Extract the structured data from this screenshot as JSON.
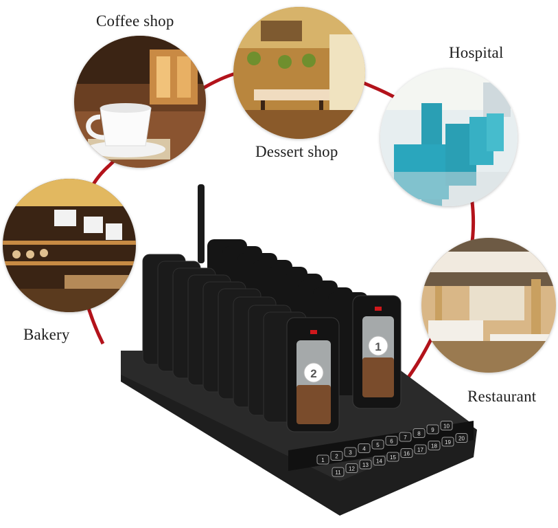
{
  "labels": {
    "coffee_shop": "Coffee shop",
    "dessert_shop": "Dessert shop",
    "hospital": "Hospital",
    "bakery": "Bakery",
    "restaurant": "Restaurant"
  },
  "pagers": {
    "front_numbers": [
      "2",
      "1"
    ]
  },
  "keypad": {
    "buttons_top": [
      "1",
      "2",
      "3",
      "4",
      "5",
      "6",
      "7",
      "8",
      "9",
      "10"
    ],
    "buttons_bottom": [
      "11",
      "12",
      "13",
      "14",
      "15",
      "16",
      "17",
      "18",
      "19",
      "20"
    ]
  },
  "colors": {
    "ring": "#b3131b",
    "device_body": "#1b1b1b",
    "pager_led": "#d0181c"
  }
}
